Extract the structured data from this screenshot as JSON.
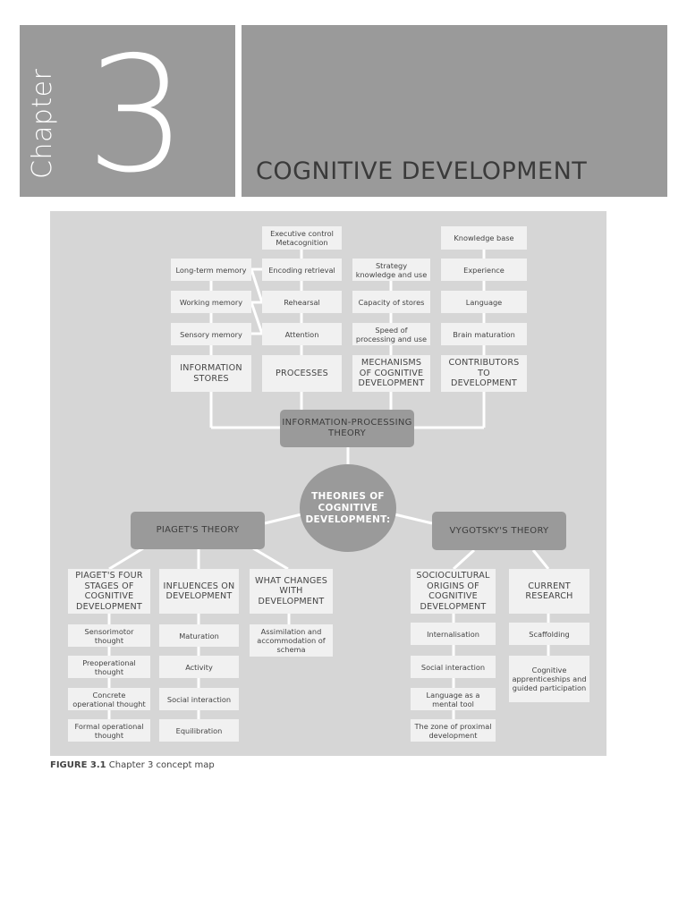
{
  "header": {
    "chapter_word": "Chapter",
    "chapter_number": "3",
    "title": "COGNITIVE DEVELOPMENT"
  },
  "concept_map": {
    "center": "THEORIES OF COGNITIVE DEVELOPMENT:",
    "info_processing": {
      "title": "INFORMATION-PROCESSING THEORY",
      "information_stores": {
        "heading": "INFORMATION STORES",
        "items": [
          "Long-term memory",
          "Working memory",
          "Sensory memory"
        ]
      },
      "processes": {
        "heading": "PROCESSES",
        "items": [
          "Executive control Metacognition",
          "Encoding retrieval",
          "Rehearsal",
          "Attention"
        ]
      },
      "mechanisms": {
        "heading": "MECHANISMS OF COGNITIVE DEVELOPMENT",
        "items": [
          "Strategy knowledge and use",
          "Capacity of stores",
          "Speed of processing and use"
        ]
      },
      "contributors": {
        "heading": "CONTRIBUTORS TO DEVELOPMENT",
        "items": [
          "Knowledge base",
          "Experience",
          "Language",
          "Brain maturation"
        ]
      }
    },
    "piaget": {
      "title": "PIAGET'S THEORY",
      "stages": {
        "heading": "PIAGET'S FOUR STAGES OF COGNITIVE DEVELOPMENT",
        "items": [
          "Sensorimotor thought",
          "Preoperational thought",
          "Concrete operational thought",
          "Formal operational thought"
        ]
      },
      "influences": {
        "heading": "INFLUENCES ON DEVELOPMENT",
        "items": [
          "Maturation",
          "Activity",
          "Social interaction",
          "Equilibration"
        ]
      },
      "changes": {
        "heading": "WHAT CHANGES WITH DEVELOPMENT",
        "items": [
          "Assimilation and accommodation of schema"
        ]
      }
    },
    "vygotsky": {
      "title": "VYGOTSKY'S THEORY",
      "origins": {
        "heading": "SOCIOCULTURAL ORIGINS OF COGNITIVE DEVELOPMENT",
        "items": [
          "Internalisation",
          "Social interaction",
          "Language as a mental tool",
          "The zone of proximal development"
        ]
      },
      "research": {
        "heading": "CURRENT RESEARCH",
        "items": [
          "Scaffolding",
          "Cognitive apprenticeships and guided participation"
        ]
      }
    }
  },
  "caption": {
    "label": "FIGURE 3.1",
    "text": "Chapter 3 concept map"
  }
}
